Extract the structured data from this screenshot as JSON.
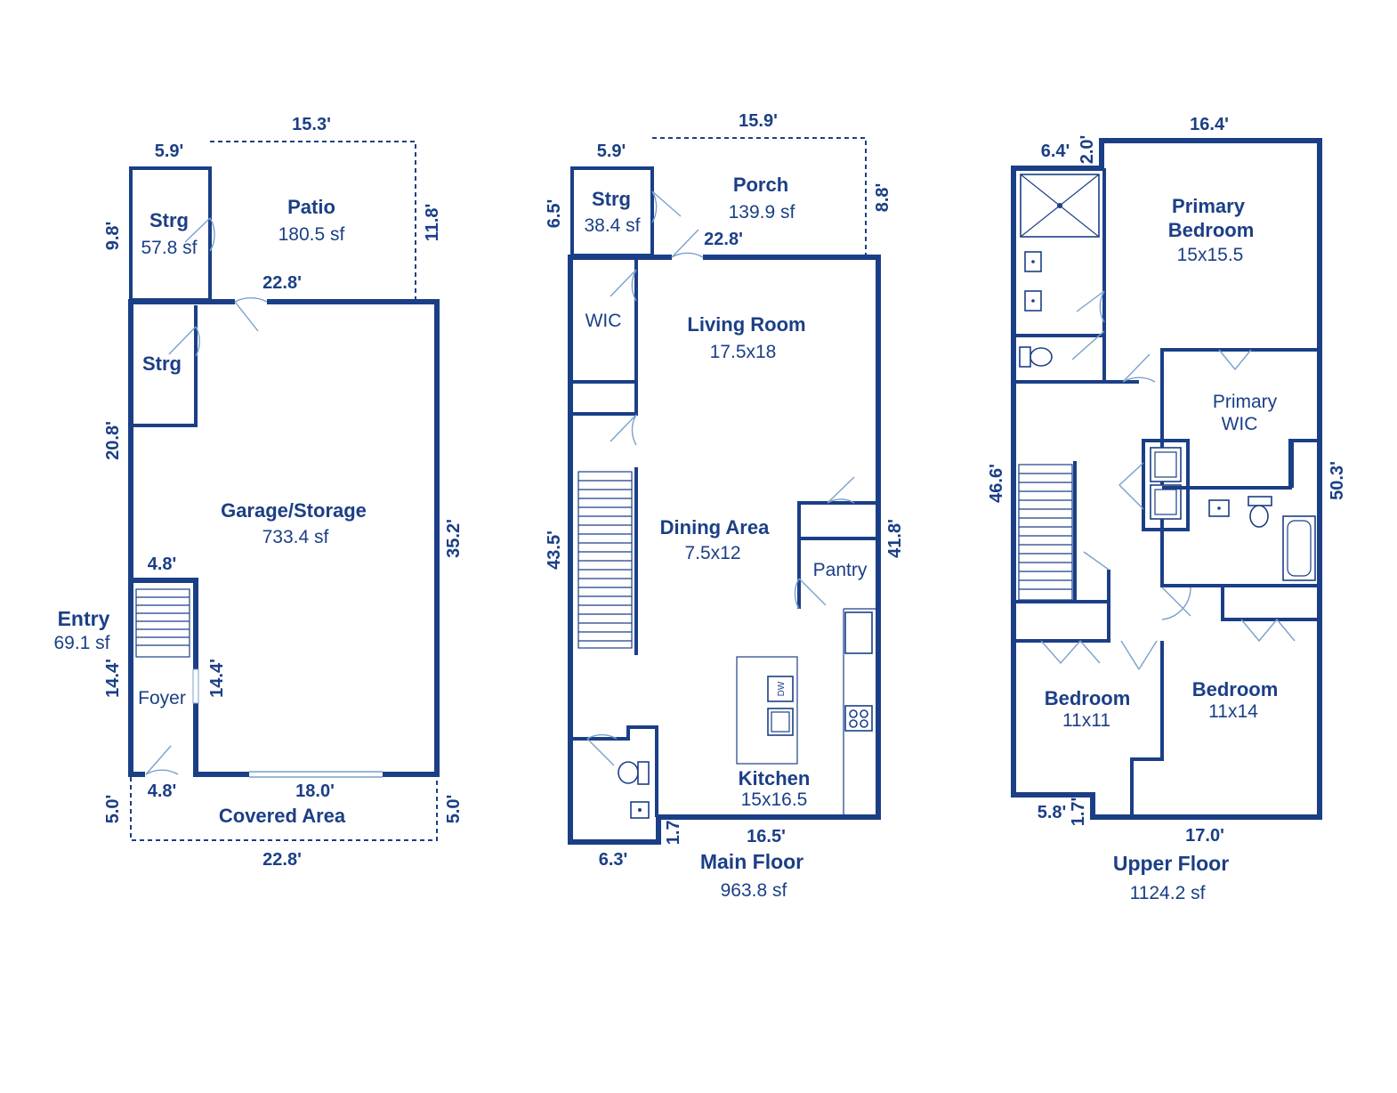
{
  "colors": {
    "wall": "#1b3f86",
    "door": "#7aa0cc",
    "background": "#ffffff"
  },
  "garage_level": {
    "strg_top": {
      "name": "Strg",
      "area": "57.8 sf"
    },
    "patio": {
      "name": "Patio",
      "area": "180.5 sf"
    },
    "strg_inner": {
      "name": "Strg"
    },
    "garage": {
      "name": "Garage/Storage",
      "area": "733.4 sf"
    },
    "entry": {
      "name": "Entry",
      "area": "69.1 sf"
    },
    "foyer": {
      "name": "Foyer"
    },
    "covered": {
      "name": "Covered Area"
    },
    "dims": {
      "top_left": "5.9'",
      "top_patio": "15.3'",
      "left_strg": "9.8'",
      "right_patio": "11.8'",
      "patio_bottom": "22.8'",
      "left_garage": "20.8'",
      "right_garage": "35.2'",
      "entry_top": "4.8'",
      "entry_left": "14.4'",
      "foyer_right": "14.4'",
      "entry_bottom": "4.8'",
      "door_bottom": "18.0'",
      "covered_left": "5.0'",
      "covered_right": "5.0'",
      "covered_bottom": "22.8'"
    }
  },
  "main_floor": {
    "title": "Main Floor",
    "area": "963.8 sf",
    "strg": {
      "name": "Strg",
      "area": "38.4 sf"
    },
    "porch": {
      "name": "Porch",
      "area": "139.9 sf"
    },
    "wic": {
      "name": "WIC"
    },
    "living": {
      "name": "Living Room",
      "size": "17.5x18"
    },
    "dining": {
      "name": "Dining Area",
      "size": "7.5x12"
    },
    "pantry": {
      "name": "Pantry"
    },
    "kitchen": {
      "name": "Kitchen",
      "size": "15x16.5"
    },
    "dw_label": "DW",
    "dims": {
      "top_left": "5.9'",
      "top_porch": "15.9'",
      "left_strg": "6.5'",
      "right_porch": "8.8'",
      "porch_bottom": "22.8'",
      "left": "43.5'",
      "right": "41.8'",
      "bottom": "16.5'",
      "bottom_left": "6.3'",
      "jog": "1.7'"
    }
  },
  "upper_floor": {
    "title": "Upper Floor",
    "area": "1124.2 sf",
    "primary_bedroom": {
      "name_1": "Primary",
      "name_2": "Bedroom",
      "size": "15x15.5"
    },
    "primary_wic": {
      "name_1": "Primary",
      "name_2": "WIC"
    },
    "bedroom_1": {
      "name": "Bedroom",
      "size": "11x11"
    },
    "bedroom_2": {
      "name": "Bedroom",
      "size": "11x14"
    },
    "dims": {
      "top_left": "6.4'",
      "top_jog": "2.0'",
      "top": "16.4'",
      "left": "46.6'",
      "right": "50.3'",
      "bottom_left": "5.8'",
      "bottom_jog": "1.7'",
      "bottom": "17.0'"
    }
  }
}
